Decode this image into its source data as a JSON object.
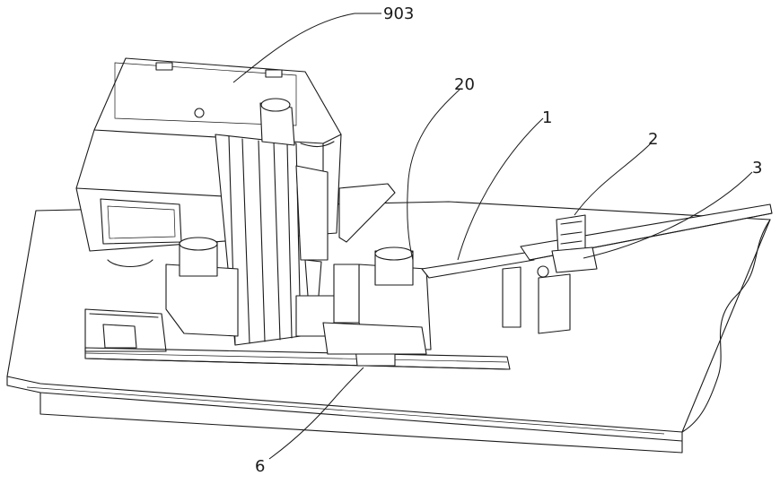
{
  "callouts": {
    "c903": "903",
    "c20": "20",
    "c1": "1",
    "c2": "2",
    "c3": "3",
    "c6": "6"
  },
  "colors": {
    "ink": "#1a1a1a",
    "paper": "#ffffff"
  }
}
